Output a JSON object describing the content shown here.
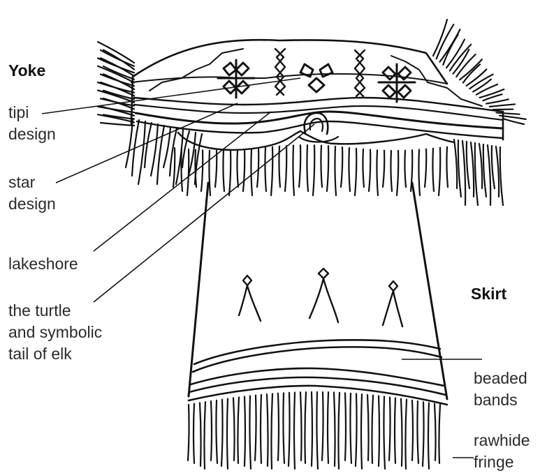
{
  "headings": {
    "yoke": "Yoke",
    "skirt": "Skirt"
  },
  "labels": {
    "tipi": [
      "tipi",
      "design"
    ],
    "star": [
      "star",
      "design"
    ],
    "lakeshore": "lakeshore",
    "turtle": [
      "the turtle",
      "and symbolic",
      "tail of elk"
    ],
    "beaded": [
      "beaded",
      "bands"
    ],
    "rawhide": [
      "rawhide",
      "fringe"
    ]
  },
  "colors": {
    "ink": "#111111",
    "text": "#2a2a2a",
    "background": "#ffffff"
  }
}
